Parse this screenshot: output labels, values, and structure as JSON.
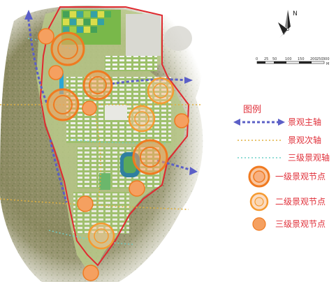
{
  "north_arrow": {
    "label": "N",
    "icon": "north-arrow-icon"
  },
  "scale_bar": {
    "ticks": [
      "0",
      "25",
      "50",
      "100",
      "150",
      "200",
      "250",
      "300"
    ],
    "unit": "M"
  },
  "legend": {
    "title": "图例",
    "items": [
      {
        "label": "景观主轴",
        "icon": "main-axis-arrow-icon",
        "color": "#5b5fc7"
      },
      {
        "label": "景观次轴",
        "icon": "secondary-axis-icon",
        "color": "#e0b040"
      },
      {
        "label": "三级景观轴",
        "icon": "tertiary-axis-icon",
        "color": "#6fd0c8"
      },
      {
        "label": "一级景观节点",
        "icon": "primary-node-icon",
        "color": "#f07a20"
      },
      {
        "label": "二级景观节点",
        "icon": "secondary-node-icon",
        "color": "#f59a30"
      },
      {
        "label": "三级景观节点",
        "icon": "tertiary-node-icon",
        "color": "#f5a060"
      }
    ]
  },
  "colors": {
    "boundary": "#e02a30",
    "main_axis": "#5b5fc7",
    "secondary_axis": "#e0b040",
    "tertiary_axis": "#6fd0c8",
    "node_orange": "#f07a20"
  }
}
